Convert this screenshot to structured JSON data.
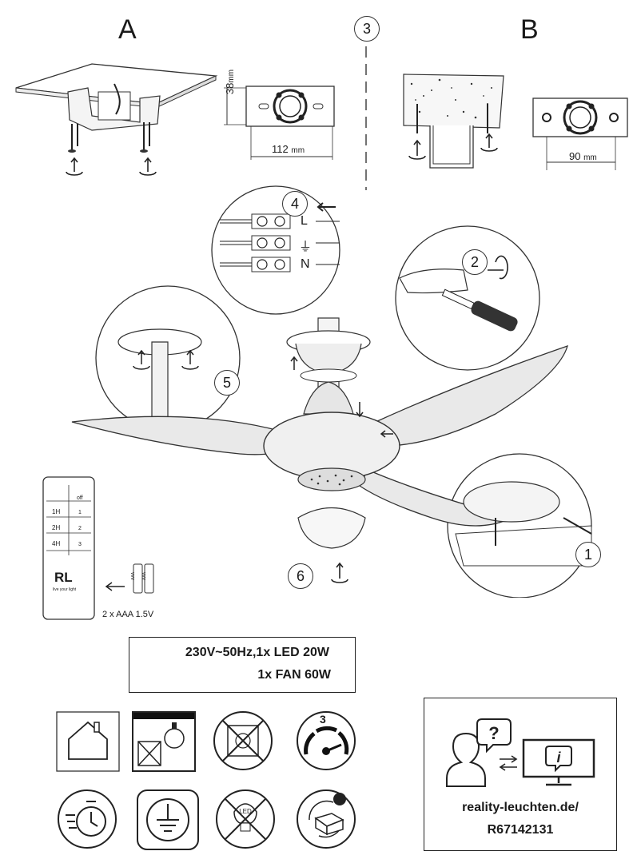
{
  "panels": {
    "a_label": "A",
    "b_label": "B",
    "step3": "3"
  },
  "dimensions": {
    "height_a": "38",
    "width_a": "112",
    "width_b": "90",
    "unit": "mm"
  },
  "wiring": {
    "step": "4",
    "terminals": [
      "L",
      "⏚",
      "N"
    ]
  },
  "steps": {
    "s1": "1",
    "s2": "2",
    "s5": "5",
    "s6": "6"
  },
  "remote": {
    "buttons_left": [
      "1H",
      "2H",
      "4H"
    ],
    "button_off": "off",
    "fan_speeds": [
      "1",
      "2",
      "3"
    ],
    "logo": "RL",
    "logo_tag": "live your light",
    "batteries": "2 x AAA 1.5V",
    "battery_label": "AAA"
  },
  "specs": {
    "line1": "230V~50Hz,1x LED 20W",
    "line2": "1x FAN 60W"
  },
  "icons": {
    "speed_count": "3",
    "row1": [
      "indoor-use-icon",
      "not-for-sloped-ceiling-icon",
      "no-direct-sunlight-icon",
      "three-speed-icon"
    ],
    "row2": [
      "timer-icon",
      "protective-earth-icon",
      "led-not-replaceable-icon",
      "recycle-packaging-icon"
    ]
  },
  "support": {
    "line1": "reality-leuchten.de/",
    "line2": "R67142131"
  }
}
